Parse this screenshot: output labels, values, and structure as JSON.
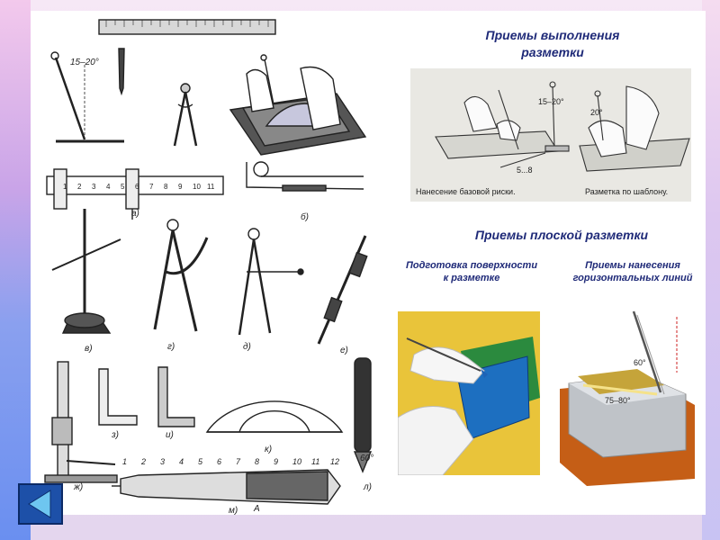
{
  "headings": {
    "marking_methods": [
      "Приемы выполнения",
      "разметки"
    ],
    "flat_marking": "Приемы плоской разметки"
  },
  "subheadings": {
    "surface_prep": [
      "Подготовка поверхности",
      "к разметке"
    ],
    "horizontal_lines": [
      "Приемы нанесения",
      "горизонтальных линий"
    ]
  },
  "photo_labels": {
    "angle_top": "15–20°",
    "dim": "5...8",
    "baseline_caption": "Нанесение базовой риски.",
    "template_caption": "Разметка по шаблону.",
    "angle_small": "20°",
    "block_angle_1": "60°",
    "block_angle_2": "75–80°"
  },
  "tool_labels": {
    "scriber_angle": "15–20°",
    "a": "а)",
    "b": "б)",
    "v": "в)",
    "g": "г)",
    "d": "д)",
    "e": "е)",
    "zh": "ж)",
    "z": "з)",
    "i": "и)",
    "k": "к)",
    "l": "л)",
    "punch_top_angle": "60°",
    "bottom_label": "A",
    "bottom_sublabel": "м)",
    "ruler_numbers": [
      "1",
      "2",
      "3",
      "4",
      "5",
      "6",
      "7",
      "8",
      "9",
      "10",
      "11"
    ],
    "punch_parts": [
      "1",
      "2",
      "3",
      "4",
      "5",
      "6",
      "7",
      "8",
      "9",
      "10",
      "11",
      "12"
    ]
  },
  "colors": {
    "heading": "#1f2a78",
    "nav_button": "#1d50a8",
    "nav_arrow": "#6ec6f0"
  }
}
